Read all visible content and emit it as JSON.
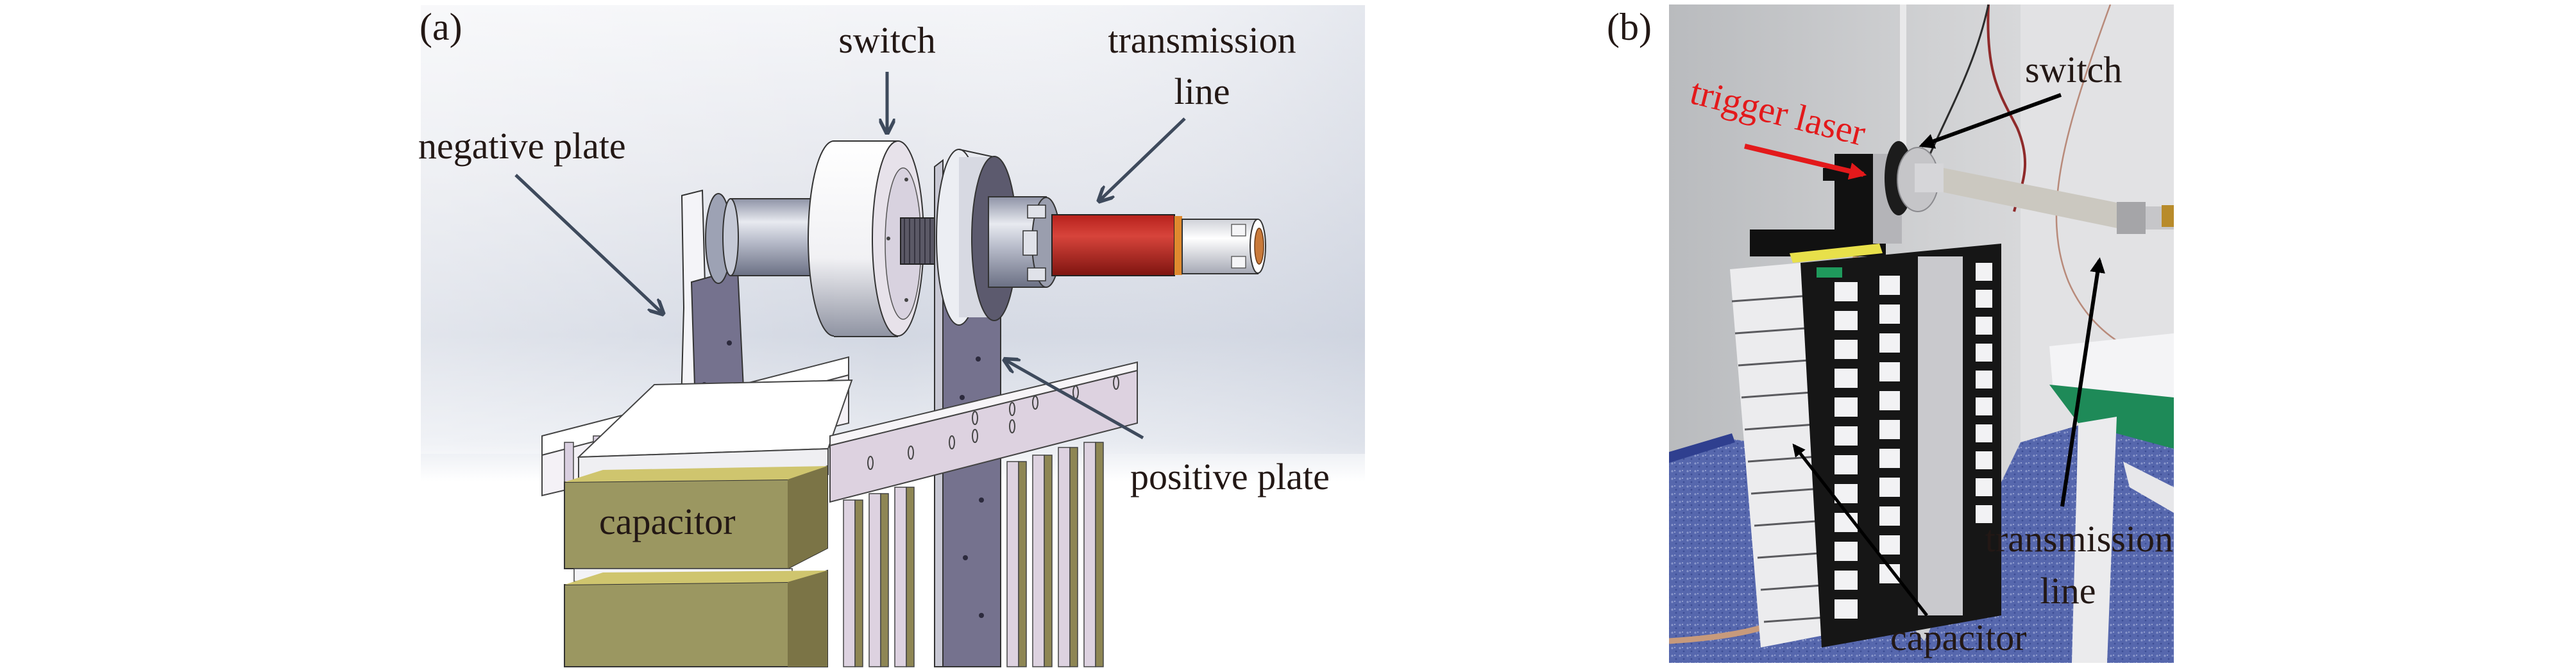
{
  "figure": {
    "panels": [
      {
        "id": "a",
        "label": "(a)",
        "type": "3D CAD rendering",
        "annotations": {
          "switch": "switch",
          "transmission_line_1": "transmission",
          "transmission_line_2": "line",
          "negative_plate": "negative plate",
          "positive_plate": "positive plate",
          "capacitor": "capacitor"
        }
      },
      {
        "id": "b",
        "label": "(b)",
        "type": "photograph",
        "annotations": {
          "trigger_laser": "trigger laser",
          "switch": "switch",
          "transmission_line_1": "transmission",
          "transmission_line_2": "line",
          "capacitor": "capacitor"
        }
      }
    ],
    "colors": {
      "label_text": "#231815",
      "trigger_laser_text": "#e3191b",
      "arrow_cad": "#3e4a5c",
      "arrow_photo": "#000000",
      "capacitor_olive": "#9b9761",
      "transmission_red": "#c42a24",
      "frame_pink": "#ddd2e0",
      "plate_purple": "#75728e",
      "floor_blue": "#5667ad"
    }
  }
}
